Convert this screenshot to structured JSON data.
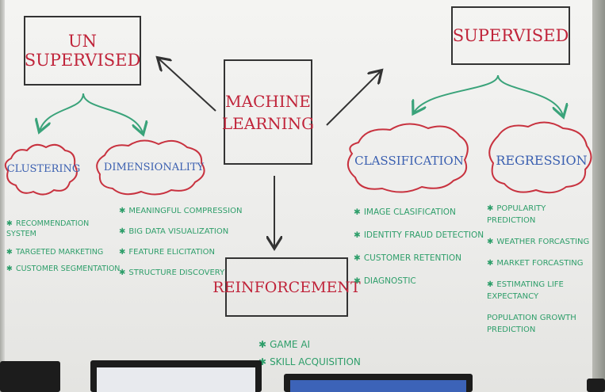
{
  "diagram": {
    "center": "MACHINE LEARNING",
    "unsupervised": {
      "title": "UN SUPERVISED",
      "clustering": {
        "title": "CLUSTERING",
        "items": [
          "RECOMMENDATION SYSTEM",
          "TARGETED MARKETING",
          "CUSTOMER SEGMENTATION"
        ]
      },
      "dimensionality": {
        "title": "DIMENSIONALITY",
        "items": [
          "MEANINGFUL COMPRESSION",
          "BIG DATA VISUALIZATION",
          "FEATURE ELICITATION",
          "STRUCTURE DISCOVERY"
        ]
      }
    },
    "supervised": {
      "title": "SUPERVISED",
      "classification": {
        "title": "CLASSIFICATION",
        "items": [
          "IMAGE CLASIFICATION",
          "IDENTITY FRAUD DETECTION",
          "CUSTOMER RETENTION",
          "DIAGNOSTIC"
        ]
      },
      "regression": {
        "title": "REGRESSION",
        "items": [
          "POPULARITY PREDICTION",
          "WEATHER FORCASTING",
          "MARKET FORCASTING",
          "ESTIMATING LIFE EXPECTANCY",
          "POPULATION GROWTH PREDICTION"
        ]
      }
    },
    "reinforcement": {
      "title": "REINFORCEMENT",
      "items": [
        "GAME AI",
        "SKILL ACQUISITION"
      ]
    }
  },
  "colors": {
    "box_text": "#c0243a",
    "cloud_text": "#3a5fb0",
    "cloud_outline": "#c8323f",
    "list_text": "#2e9e6a",
    "arrow_dark": "#333333",
    "arrow_green": "#3aa37a"
  }
}
